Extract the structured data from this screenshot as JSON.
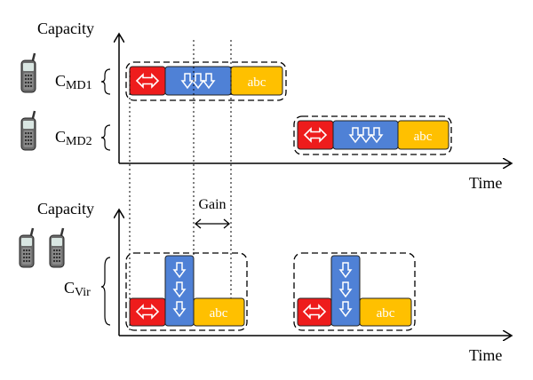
{
  "top_panel": {
    "y_axis_label": "Capacity",
    "x_axis_label": "Time",
    "devices": [
      {
        "label_main": "C",
        "label_sub": "MD1"
      },
      {
        "label_main": "C",
        "label_sub": "MD2"
      }
    ],
    "block_text": "abc"
  },
  "bottom_panel": {
    "y_axis_label": "Capacity",
    "x_axis_label": "Time",
    "gain_label": "Gain",
    "virtual_label_main": "C",
    "virtual_label_sub": "Vir",
    "block_text": "abc"
  },
  "colors": {
    "red_block": "#ee1c1c",
    "blue_block": "#4f81d6",
    "yellow_block": "#ffc000",
    "outline": "#222222"
  },
  "icons": [
    "mobile-phone-icon",
    "double-arrow-icon",
    "down-arrows-icon"
  ]
}
